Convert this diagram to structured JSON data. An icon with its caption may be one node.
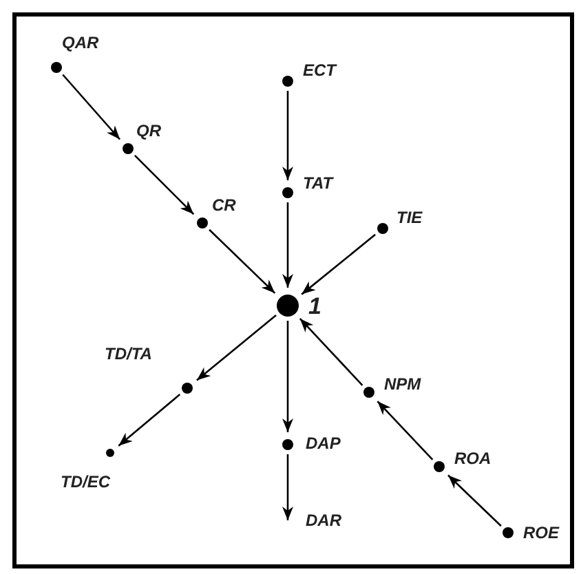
{
  "diagram": {
    "nodes": [
      {
        "text": [
          "QAR"
        ]
      },
      {
        "text": [
          "QR"
        ]
      },
      {
        "text": [
          "CR"
        ]
      },
      {
        "text": [
          "ECT"
        ]
      },
      {
        "text": [
          "TAT"
        ]
      },
      {
        "text": [
          "TIE"
        ]
      },
      {
        "text": [
          "1"
        ]
      },
      {
        "text": [
          "TD/TA"
        ]
      },
      {
        "text": [
          "TD/EC"
        ]
      },
      {
        "text": [
          "DAP"
        ]
      },
      {
        "text": [
          "DAR"
        ]
      },
      {
        "text": [
          "NPM"
        ]
      },
      {
        "text": [
          "ROA"
        ]
      },
      {
        "text": [
          "ROE"
        ]
      }
    ],
    "edges": [
      {
        "from": 0,
        "to": 1,
        "arrow": "to"
      },
      {
        "from": 1,
        "to": 2,
        "arrow": "to"
      },
      {
        "from": 2,
        "to": 6,
        "arrow": "to"
      },
      {
        "from": 3,
        "to": 4,
        "arrow": "to"
      },
      {
        "from": 4,
        "to": 6,
        "arrow": "to"
      },
      {
        "from": 5,
        "to": 6,
        "arrow": "to"
      },
      {
        "from": 6,
        "to": 7,
        "arrow": "to"
      },
      {
        "from": 7,
        "to": 8,
        "arrow": "to"
      },
      {
        "from": 6,
        "to": 9,
        "arrow": "to"
      },
      {
        "from": 9,
        "to": 10,
        "arrow": "to"
      },
      {
        "from": 11,
        "to": 6,
        "arrow": "to"
      },
      {
        "from": 12,
        "to": 11,
        "arrow": "to"
      },
      {
        "from": 13,
        "to": 12,
        "arrow": "to"
      }
    ]
  }
}
